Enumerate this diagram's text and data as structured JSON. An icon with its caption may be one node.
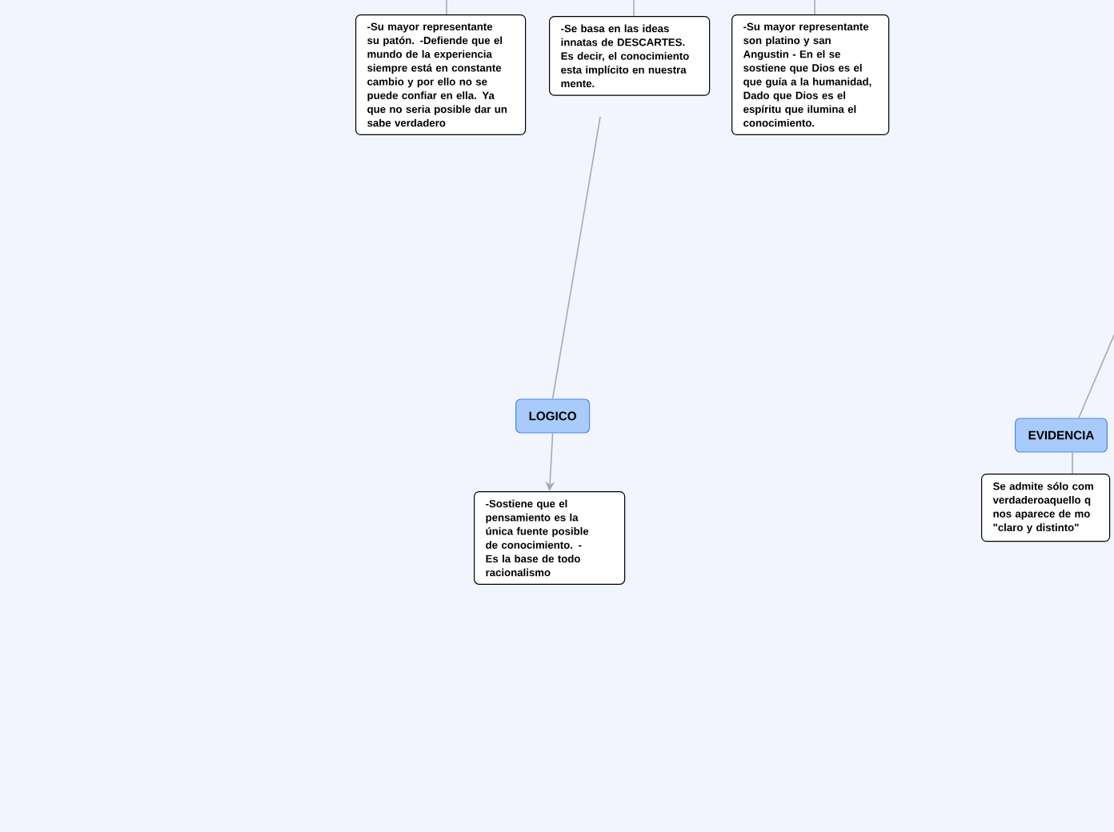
{
  "diagram": {
    "nodes": [
      {
        "text": [
          "-Su mayor representante su patón. -Defiende que el mundo de la experiencia siempre está en constante cambio y por ello no se puede confiar en ella. Ya que no seria posible dar un sabe verdadero"
        ]
      },
      {
        "text": [
          "-Se basa en las ideas innatas de DESCARTES. Es decir, el conocimiento esta implícito en nuestra mente."
        ]
      },
      {
        "text": [
          "-Su mayor representante son platino y san Angustin - En el se sostiene que Dios es el que guía a la humanidad, Dado que Dios es el espíritu que ilumina el conocimiento."
        ]
      },
      {
        "text": [
          "LOGICO"
        ]
      },
      {
        "text": [
          "-Sostiene que el pensamiento es la única fuente posible de conocimiento. -Es la base de todo racionalismo"
        ]
      },
      {
        "text": [
          "EVIDENCIA"
        ]
      },
      {
        "text": [
          "Se admite sólo com verdaderoaquello q nos aparece de mo \"claro y distinto\""
        ]
      }
    ],
    "edges": [
      {
        "from": null,
        "to": 0,
        "arrow": "none"
      },
      {
        "from": null,
        "to": 1,
        "arrow": "none"
      },
      {
        "from": null,
        "to": 3,
        "arrow": "none"
      },
      {
        "from": null,
        "to": 2,
        "arrow": "none"
      },
      {
        "from": 3,
        "to": 4,
        "arrow": "to"
      },
      {
        "from": null,
        "to": 5,
        "arrow": "none"
      },
      {
        "from": 5,
        "to": 6,
        "arrow": "none"
      }
    ]
  }
}
